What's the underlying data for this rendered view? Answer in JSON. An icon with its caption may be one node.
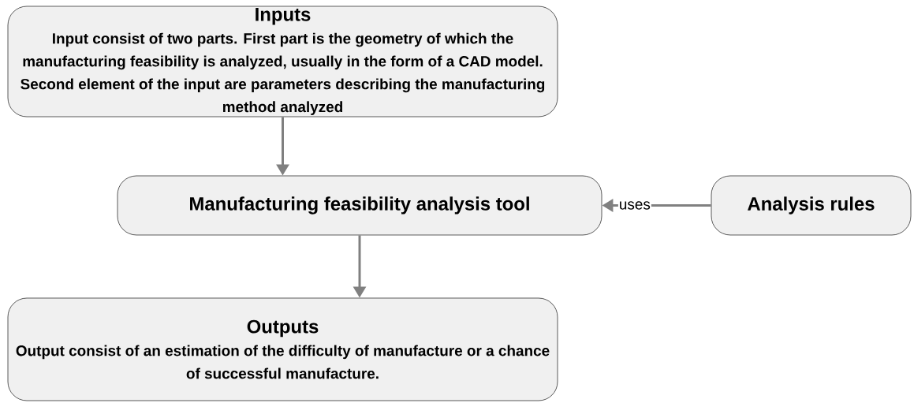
{
  "diagram": {
    "nodes": [
      {
        "text": [
          "Inputs",
          "Input consist of two parts. First part is the geometry of which the manufacturing feasibility is analyzed, usually in the form of a CAD model. Second element of the input are parameters describing the manufacturing method analyzed"
        ]
      },
      {
        "text": [
          "Manufacturing feasibility analysis tool"
        ]
      },
      {
        "text": [
          "Analysis rules"
        ]
      },
      {
        "text": [
          "Outputs",
          "Output consist of an estimation of the difficulty of manufacture or a chance of successful manufacture."
        ]
      }
    ],
    "edges": [
      {
        "from": 0,
        "to": 1,
        "arrow": "to"
      },
      {
        "from": 1,
        "to": 3,
        "arrow": "to"
      },
      {
        "from": 2,
        "to": 1,
        "arrow": "to",
        "label": "uses"
      }
    ]
  }
}
